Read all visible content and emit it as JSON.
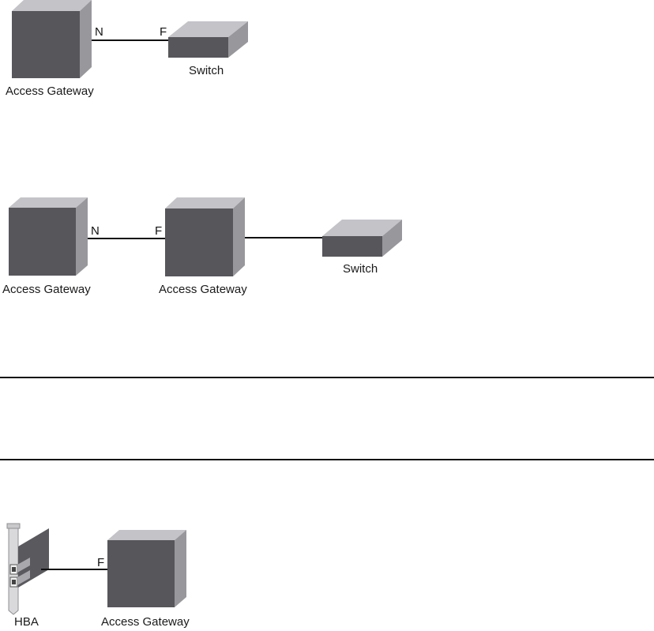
{
  "colors": {
    "box_front": "#57565b",
    "box_side": "#98979c",
    "box_top": "#c4c3c8",
    "link": "#111111",
    "divider": "#111111",
    "hba_board": "#5a595e",
    "hba_bracket": "#d9d9dc"
  },
  "diagram_1": {
    "gateway_label": "Access Gateway",
    "port_n": "N",
    "port_f": "F",
    "switch_label": "Switch"
  },
  "diagram_2": {
    "gateway_1_label": "Access Gateway",
    "port_n": "N",
    "port_f": "F",
    "gateway_2_label": "Access Gateway",
    "switch_label": "Switch"
  },
  "diagram_3": {
    "hba_label": "HBA",
    "port_f": "F",
    "gateway_label": "Access Gateway"
  }
}
